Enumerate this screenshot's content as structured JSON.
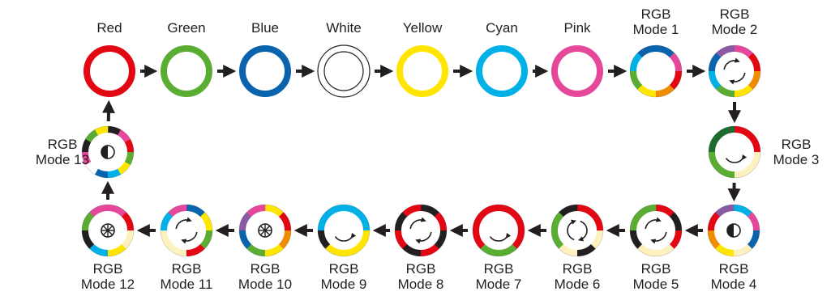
{
  "colors": {
    "red": "#e30613",
    "green": "#5aac33",
    "blue": "#0a64ad",
    "white": "#ffffff",
    "yellow": "#ffe500",
    "cyan": "#00b0e6",
    "pink": "#e5489a",
    "black": "#231f20",
    "cream": "#fdf1c0",
    "orange": "#f08c00",
    "purple": "#8b5aa5",
    "darkgreen": "#1e6b30"
  },
  "nodes": [
    {
      "id": "red",
      "label": [
        "Red"
      ],
      "style": "solid",
      "ring": "red",
      "label_pos": "above",
      "symbol": "none"
    },
    {
      "id": "green",
      "label": [
        "Green"
      ],
      "style": "solid",
      "ring": "green",
      "label_pos": "above",
      "symbol": "none"
    },
    {
      "id": "blue",
      "label": [
        "Blue"
      ],
      "style": "solid",
      "ring": "blue",
      "label_pos": "above",
      "symbol": "none"
    },
    {
      "id": "white",
      "label": [
        "White"
      ],
      "style": "outline",
      "ring": "white",
      "label_pos": "above",
      "symbol": "none"
    },
    {
      "id": "yellow",
      "label": [
        "Yellow"
      ],
      "style": "solid",
      "ring": "yellow",
      "label_pos": "above",
      "symbol": "none"
    },
    {
      "id": "cyan",
      "label": [
        "Cyan"
      ],
      "style": "solid",
      "ring": "cyan",
      "label_pos": "above",
      "symbol": "none"
    },
    {
      "id": "pink",
      "label": [
        "Pink"
      ],
      "style": "solid",
      "ring": "pink",
      "label_pos": "above",
      "symbol": "none"
    },
    {
      "id": "rgb-mode-1",
      "label": [
        "RGB",
        "Mode 1"
      ],
      "style": "segments",
      "segments": [
        "blue",
        "pink",
        "red",
        "orange",
        "yellow",
        "green",
        "cyan",
        "blue"
      ],
      "label_pos": "above",
      "symbol": "none"
    },
    {
      "id": "rgb-mode-2",
      "label": [
        "RGB",
        "Mode 2"
      ],
      "style": "segments",
      "segments": [
        "pink",
        "red",
        "orange",
        "yellow",
        "green",
        "cyan",
        "blue",
        "purple"
      ],
      "label_pos": "above",
      "symbol": "rotate"
    },
    {
      "id": "rgb-mode-3",
      "label": [
        "RGB",
        "Mode 3"
      ],
      "style": "segments",
      "segments": [
        "red",
        "red",
        "cream",
        "cream",
        "green",
        "green",
        "darkgreen",
        "darkgreen"
      ],
      "label_pos": "right",
      "symbol": "arc"
    },
    {
      "id": "rgb-mode-4",
      "label": [
        "RGB",
        "Mode 4"
      ],
      "style": "segments",
      "segments": [
        "cyan",
        "pink",
        "blue",
        "cream",
        "yellow",
        "orange",
        "red",
        "purple"
      ],
      "label_pos": "below",
      "symbol": "contrast"
    },
    {
      "id": "rgb-mode-5",
      "label": [
        "RGB",
        "Mode 5"
      ],
      "style": "segments",
      "segments": [
        "red",
        "black",
        "red",
        "cream",
        "cream",
        "black",
        "green",
        "green"
      ],
      "label_pos": "below",
      "symbol": "rotate"
    },
    {
      "id": "rgb-mode-6",
      "label": [
        "RGB",
        "Mode 6"
      ],
      "style": "segments",
      "segments": [
        "red",
        "red",
        "cream",
        "black",
        "cream",
        "green",
        "green",
        "black"
      ],
      "label_pos": "below",
      "symbol": "arcs"
    },
    {
      "id": "rgb-mode-7",
      "label": [
        "RGB",
        "Mode 7"
      ],
      "style": "segments",
      "segments": [
        "red",
        "red",
        "red",
        "green",
        "green",
        "red",
        "red",
        "red"
      ],
      "label_pos": "below",
      "symbol": "arc"
    },
    {
      "id": "rgb-mode-8",
      "label": [
        "RGB",
        "Mode 8"
      ],
      "style": "segments",
      "segments": [
        "black",
        "red",
        "black",
        "red",
        "black",
        "red",
        "black",
        "red"
      ],
      "label_pos": "below",
      "symbol": "rotate"
    },
    {
      "id": "rgb-mode-9",
      "label": [
        "RGB",
        "Mode 9"
      ],
      "style": "segments",
      "segments": [
        "cyan",
        "cyan",
        "yellow",
        "yellow",
        "yellow",
        "black",
        "cyan",
        "cyan"
      ],
      "label_pos": "below",
      "symbol": "arc"
    },
    {
      "id": "rgb-mode-10",
      "label": [
        "RGB",
        "Mode 10"
      ],
      "style": "segments",
      "segments": [
        "yellow",
        "red",
        "orange",
        "yellow",
        "green",
        "blue",
        "purple",
        "pink"
      ],
      "label_pos": "below",
      "symbol": "asterisk"
    },
    {
      "id": "rgb-mode-11",
      "label": [
        "RGB",
        "Mode 11"
      ],
      "style": "segments",
      "segments": [
        "blue",
        "yellow",
        "green",
        "red",
        "cream",
        "cream",
        "cyan",
        "pink"
      ],
      "label_pos": "below",
      "symbol": "rotate"
    },
    {
      "id": "rgb-mode-12",
      "label": [
        "RGB",
        "Mode 12"
      ],
      "style": "segments",
      "segments": [
        "pink",
        "red",
        "cream",
        "yellow",
        "cyan",
        "black",
        "green",
        "pink"
      ],
      "label_pos": "below",
      "symbol": "asterisk"
    },
    {
      "id": "rgb-mode-13",
      "label": [
        "RGB",
        "Mode 13"
      ],
      "style": "segments",
      "segments": [
        "black",
        "pink",
        "red",
        "green",
        "yellow",
        "cyan",
        "blue",
        "white",
        "pink",
        "black",
        "green",
        "yellow"
      ],
      "label_pos": "left",
      "symbol": "contrast"
    }
  ],
  "arrow_color": "black"
}
